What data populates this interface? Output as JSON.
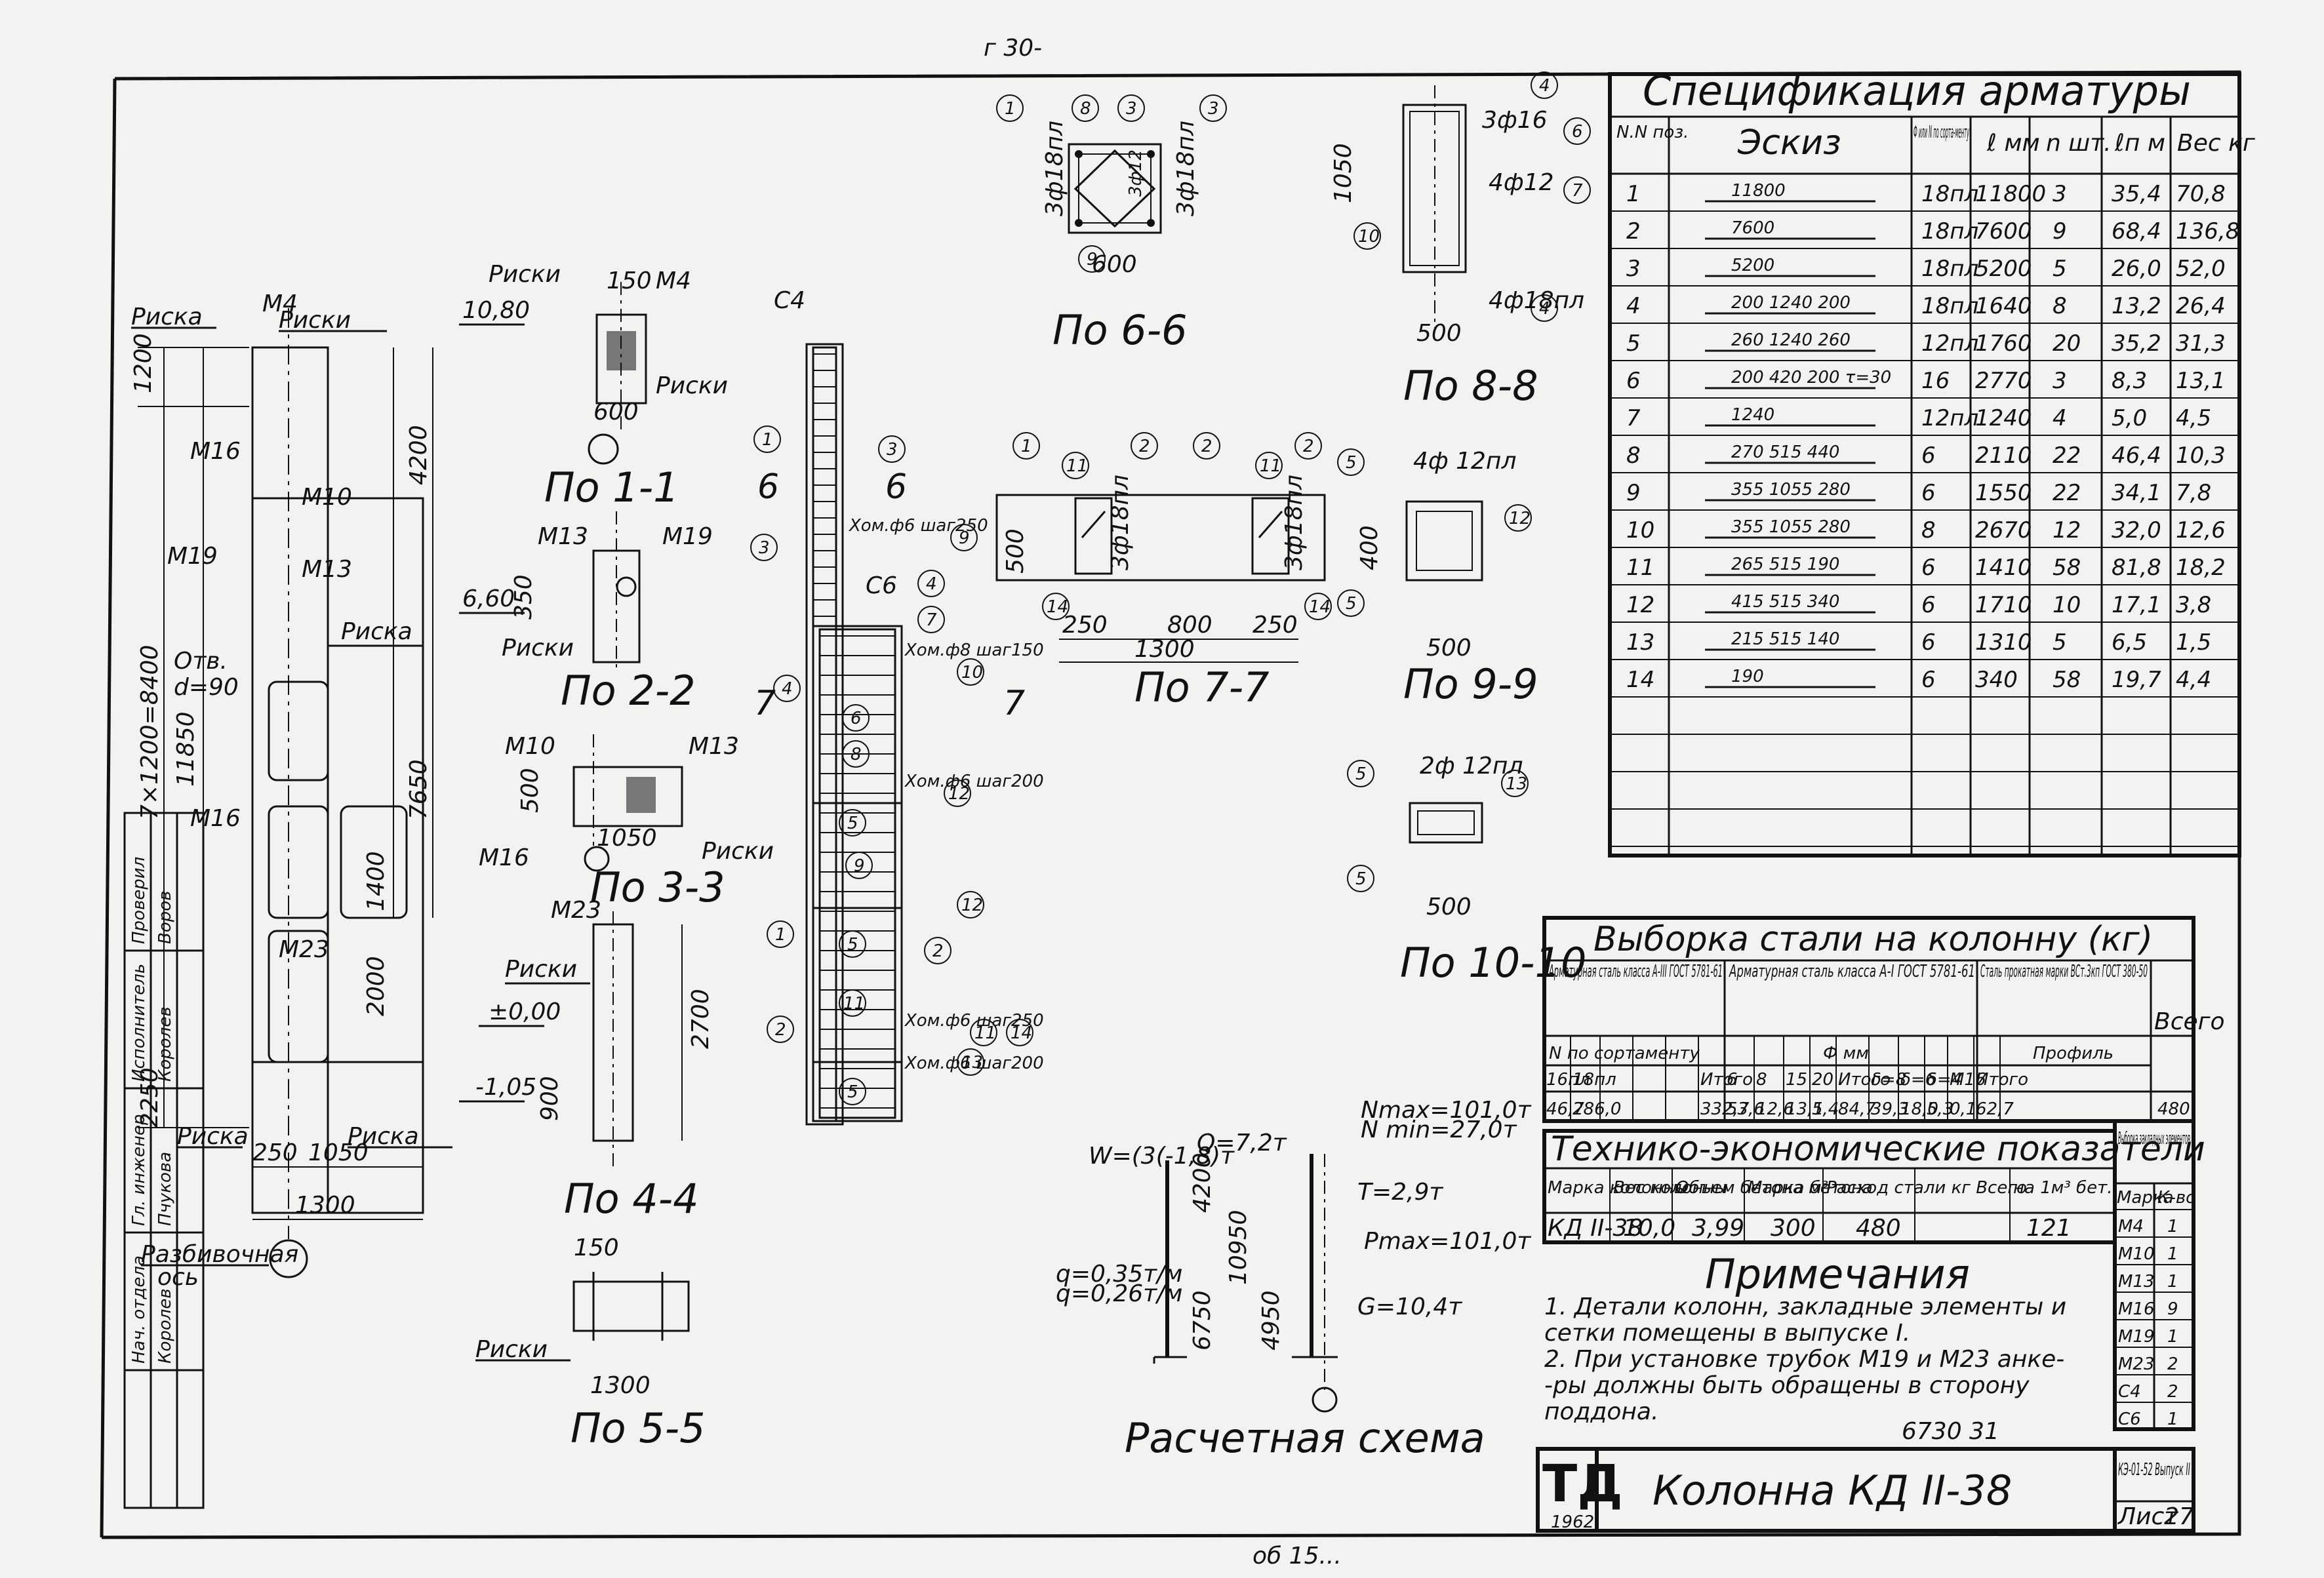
{
  "top_mark": "г 30-",
  "spec": {
    "title": "Спецификация арматуры",
    "headers": [
      "N.N поз.",
      "Эскиз",
      "Ф или N по сорта-менту",
      "ℓ мм",
      "n шт.",
      "ℓп м",
      "Вес кг"
    ],
    "rows": [
      {
        "pos": "1",
        "sketch": "11800",
        "d": "18пл",
        "l": "11800",
        "n": "3",
        "lp": "35,4",
        "w": "70,8"
      },
      {
        "pos": "2",
        "sketch": "7600",
        "d": "18пл",
        "l": "7600",
        "n": "9",
        "lp": "68,4",
        "w": "136,8"
      },
      {
        "pos": "3",
        "sketch": "5200",
        "d": "18пл",
        "l": "5200",
        "n": "5",
        "lp": "26,0",
        "w": "52,0"
      },
      {
        "pos": "4",
        "sketch": "200 1240 200",
        "d": "18пл",
        "l": "1640",
        "n": "8",
        "lp": "13,2",
        "w": "26,4"
      },
      {
        "pos": "5",
        "sketch": "260 1240 260",
        "d": "12пл",
        "l": "1760",
        "n": "20",
        "lp": "35,2",
        "w": "31,3"
      },
      {
        "pos": "6",
        "sketch": "200 420 200 τ=30",
        "d": "16",
        "l": "2770",
        "n": "3",
        "lp": "8,3",
        "w": "13,1"
      },
      {
        "pos": "7",
        "sketch": "1240",
        "d": "12пл",
        "l": "1240",
        "n": "4",
        "lp": "5,0",
        "w": "4,5"
      },
      {
        "pos": "8",
        "sketch": "270 515 440",
        "d": "6",
        "l": "2110",
        "n": "22",
        "lp": "46,4",
        "w": "10,3"
      },
      {
        "pos": "9",
        "sketch": "355 1055 280",
        "d": "6",
        "l": "1550",
        "n": "22",
        "lp": "34,1",
        "w": "7,8"
      },
      {
        "pos": "10",
        "sketch": "355 1055 280",
        "d": "8",
        "l": "2670",
        "n": "12",
        "lp": "32,0",
        "w": "12,6"
      },
      {
        "pos": "11",
        "sketch": "265 515 190",
        "d": "6",
        "l": "1410",
        "n": "58",
        "lp": "81,8",
        "w": "18,2"
      },
      {
        "pos": "12",
        "sketch": "415 515 340",
        "d": "6",
        "l": "1710",
        "n": "10",
        "lp": "17,1",
        "w": "3,8"
      },
      {
        "pos": "13",
        "sketch": "215 515 140",
        "d": "6",
        "l": "1310",
        "n": "5",
        "lp": "6,5",
        "w": "1,5"
      },
      {
        "pos": "14",
        "sketch": "190",
        "d": "6",
        "l": "340",
        "n": "58",
        "lp": "19,7",
        "w": "4,4"
      }
    ]
  },
  "steel": {
    "title": "Выборка стали на колонну (кг)",
    "groups": [
      "Арматурная сталь класса А-III ГОСТ 5781-61",
      "Арматурная сталь класса А-I ГОСТ 5781-61",
      "Сталь прокатная марки ВСт.3кп ГОСТ 380-50"
    ],
    "sub1": "N по сортаменту",
    "sub2": "Ф мм",
    "sub3": "Профиль",
    "total": "Всего",
    "cols": [
      "16пл",
      "18пл",
      "",
      "",
      "",
      "Итого",
      "6",
      "8",
      "15",
      "20",
      "Итого",
      "δ=8",
      "δ=6",
      "δ=4",
      "М16",
      "Итого"
    ],
    "values": [
      "46,7",
      "286,0",
      "",
      "",
      "",
      "332,7",
      "53,6",
      "12,6",
      "13,1",
      "5,4",
      "84,7",
      "39,3",
      "18,0",
      "5,3",
      "0,1",
      "62,7",
      "480"
    ]
  },
  "tech": {
    "title": "Технико-экономические показатели",
    "headers": [
      "Марка колонны",
      "Вес колонны",
      "Объем бетона м³",
      "Марка бетона",
      "Расход стали кг Всего",
      "на 1м³ бет."
    ],
    "values": [
      "КД II-38",
      "10,0",
      "3,99",
      "300",
      "480",
      "121"
    ]
  },
  "embedded": {
    "title": "Выборка закладных элементов",
    "headers": [
      "Марка",
      "К-во"
    ],
    "rows": [
      [
        "М4",
        "1"
      ],
      [
        "М10",
        "1"
      ],
      [
        "М13",
        "1"
      ],
      [
        "М16",
        "9"
      ],
      [
        "М19",
        "1"
      ],
      [
        "М23",
        "2"
      ],
      [
        "С4",
        "2"
      ],
      [
        "С6",
        "1"
      ]
    ]
  },
  "notes": {
    "title": "Примечания",
    "lines": [
      "1. Детали колонн, закладные элементы и",
      "   сетки помещены в выпуске I.",
      "2. При установке трубок М19 и М23 анке-",
      "   -ры должны быть обращены в сторону",
      "   поддона."
    ],
    "page_marks": "6730   31"
  },
  "title_block": {
    "logo": "ТД",
    "year": "1962",
    "name": "Колонна КД II-38",
    "series": "КЭ-01-52 Выпуск II",
    "sheet_label": "Лист",
    "sheet": "27"
  },
  "side_stamp": {
    "roles": [
      "Нач. отдела",
      "Гл. инженер",
      "Исполнитель",
      "Проверил"
    ],
    "names": [
      "Королев",
      "Пчукова",
      "Королев",
      "Воров"
    ]
  },
  "sections": {
    "s11": "По 1-1",
    "s22": "По 2-2",
    "s33": "По 3-3",
    "s44": "По 4-4",
    "s55": "По 5-5",
    "s66": "По 6-6",
    "s77": "По 7-7",
    "s88": "По 8-8",
    "s99": "По 9-9",
    "s1010": "По 10-10",
    "calc": "Расчетная схема"
  },
  "labels": {
    "riska": "Риска",
    "riski": "Риски",
    "otv": "Отв.",
    "otv_d": "d=90",
    "razbivochnaya": "Разбивочная",
    "os": "ось",
    "m4": "М4",
    "m10": "М10",
    "m13": "М13",
    "m16": "М16",
    "m19": "М19",
    "m23": "М23",
    "c4": "С4",
    "c6": "С6",
    "h1080": "10,80",
    "h660": "6,60",
    "h000": "±0,00",
    "h105": "-1,05",
    "d1200": "1200",
    "d4200": "4200",
    "d7x1200": "7×1200=8400",
    "d11850": "11850",
    "d2250": "2250",
    "d1300": "1300",
    "d1050": "1050",
    "d250": "250",
    "d150": "150",
    "d600": "600",
    "d500": "500",
    "d800": "800",
    "d400": "400",
    "d1400": "1400",
    "d2000": "2000",
    "d2700": "2700",
    "d7650": "7650",
    "d900": "900",
    "d350": "350",
    "s6": "6",
    "s7": "7",
    "calc_q": "Q=7,2т",
    "calc_nmax": "Nmax=101,0т",
    "calc_nmin": "N min=27,0т",
    "calc_w": "W=(3(-1,8)т",
    "calc_t": "T=2,9т",
    "calc_pmax": "Pmax=101,0т",
    "calc_g": "G=10,4т",
    "calc_q1": "q=0,35т/м",
    "calc_q2": "q=0,26т/м",
    "calc_4200": "4200",
    "calc_10950": "10950",
    "calc_6750": "6750",
    "calc_4950": "4950",
    "s66_a": "3ф18пл",
    "s66_b": "3ф18пл",
    "s66_c": "3ф12",
    "s88_a": "3ф16",
    "s88_b": "4ф12",
    "s88_c": "4ф18пл",
    "s88_h": "1050",
    "s77_a": "3ф18пл",
    "s77_b": "3ф18пл",
    "s99_a": "4ф 12пл",
    "s1010_a": "2ф 12пл",
    "h_a": "Хом.ф6 шаг250",
    "h_b": "Хом.ф8 шаг150",
    "h_c": "Хом.ф6 шаг200",
    "h_d": "Хом.ф6 шаг250",
    "h_e": "Хом.ф6 шаг200",
    "bottom_mark": "об 15..."
  }
}
